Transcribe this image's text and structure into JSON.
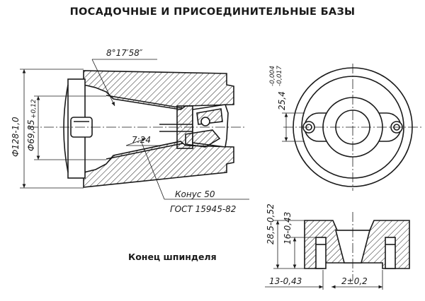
{
  "title": "ПОСАДОЧНЫЕ И ПРИСОЕДИНИТЕЛЬНЫЕ БАЗЫ",
  "caption": "Конец шпинделя",
  "annotations": {
    "angle": "8°17′58″",
    "taper_ratio": "7:24",
    "outer_diameter": "Ф128-1,0",
    "bore_diameter_base": "Ф69,85",
    "bore_diameter_tol": "+0,12",
    "cone_label": "Конус 50",
    "standard": "ГОСТ 15945-82",
    "key_height_base": "25,4",
    "key_height_tol_upper": "-0,004",
    "key_height_tol_lower": "-0,017",
    "depth_28": "28,5-0,52",
    "depth_16": "16-0,43",
    "offset_13": "13-0,43",
    "offset_2": "2±0,2"
  }
}
